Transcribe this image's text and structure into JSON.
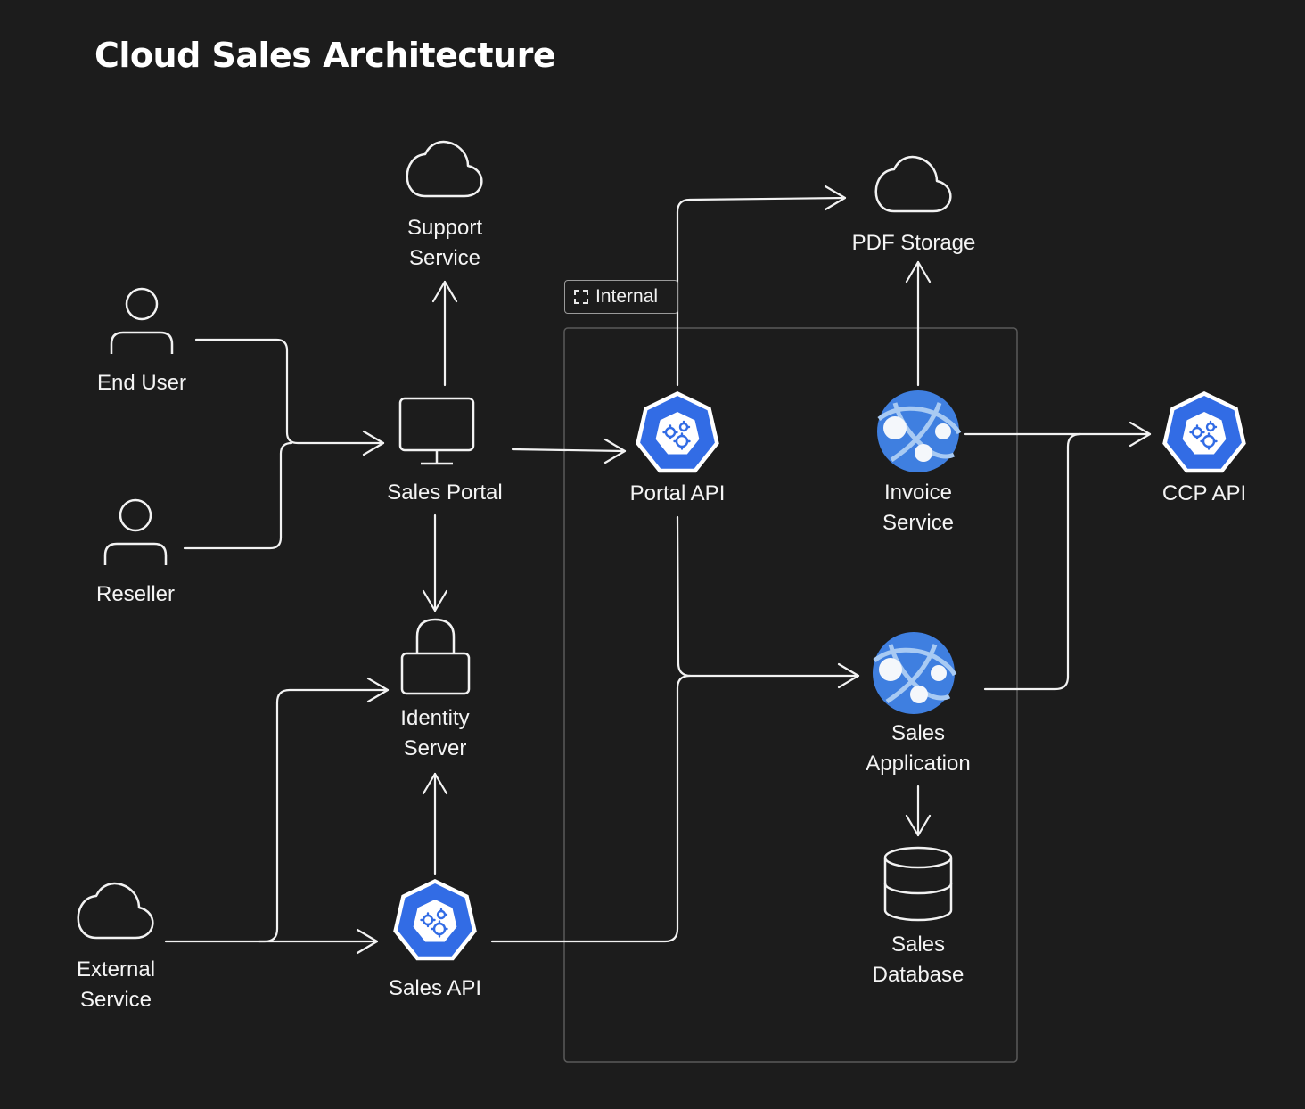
{
  "title": "Cloud Sales Architecture",
  "group": {
    "label": "Internal",
    "icon": "dashed-square-icon"
  },
  "nodes": {
    "end_user": {
      "lines": [
        "End User"
      ],
      "icon": "user-icon"
    },
    "reseller": {
      "lines": [
        "Reseller"
      ],
      "icon": "user-icon"
    },
    "support_service": {
      "lines": [
        "Support",
        "Service"
      ],
      "icon": "cloud-icon"
    },
    "sales_portal": {
      "lines": [
        "Sales Portal"
      ],
      "icon": "monitor-icon"
    },
    "identity_server": {
      "lines": [
        "Identity",
        "Server"
      ],
      "icon": "lock-icon"
    },
    "external_service": {
      "lines": [
        "External",
        "Service"
      ],
      "icon": "cloud-icon"
    },
    "sales_api": {
      "lines": [
        "Sales API"
      ],
      "icon": "kubernetes-icon"
    },
    "portal_api": {
      "lines": [
        "Portal API"
      ],
      "icon": "kubernetes-icon"
    },
    "pdf_storage": {
      "lines": [
        "PDF Storage"
      ],
      "icon": "cloud-icon"
    },
    "invoice_service": {
      "lines": [
        "Invoice",
        "Service"
      ],
      "icon": "web-app-icon"
    },
    "sales_application": {
      "lines": [
        "Sales",
        "Application"
      ],
      "icon": "web-app-icon"
    },
    "sales_database": {
      "lines": [
        "Sales",
        "Database"
      ],
      "icon": "database-icon"
    },
    "ccp_api": {
      "lines": [
        "CCP API"
      ],
      "icon": "kubernetes-icon"
    }
  },
  "colors": {
    "background": "#1c1c1c",
    "stroke": "#f2f2f2",
    "group_border": "#5a5a5a",
    "k8s_blue": "#326ce5"
  }
}
